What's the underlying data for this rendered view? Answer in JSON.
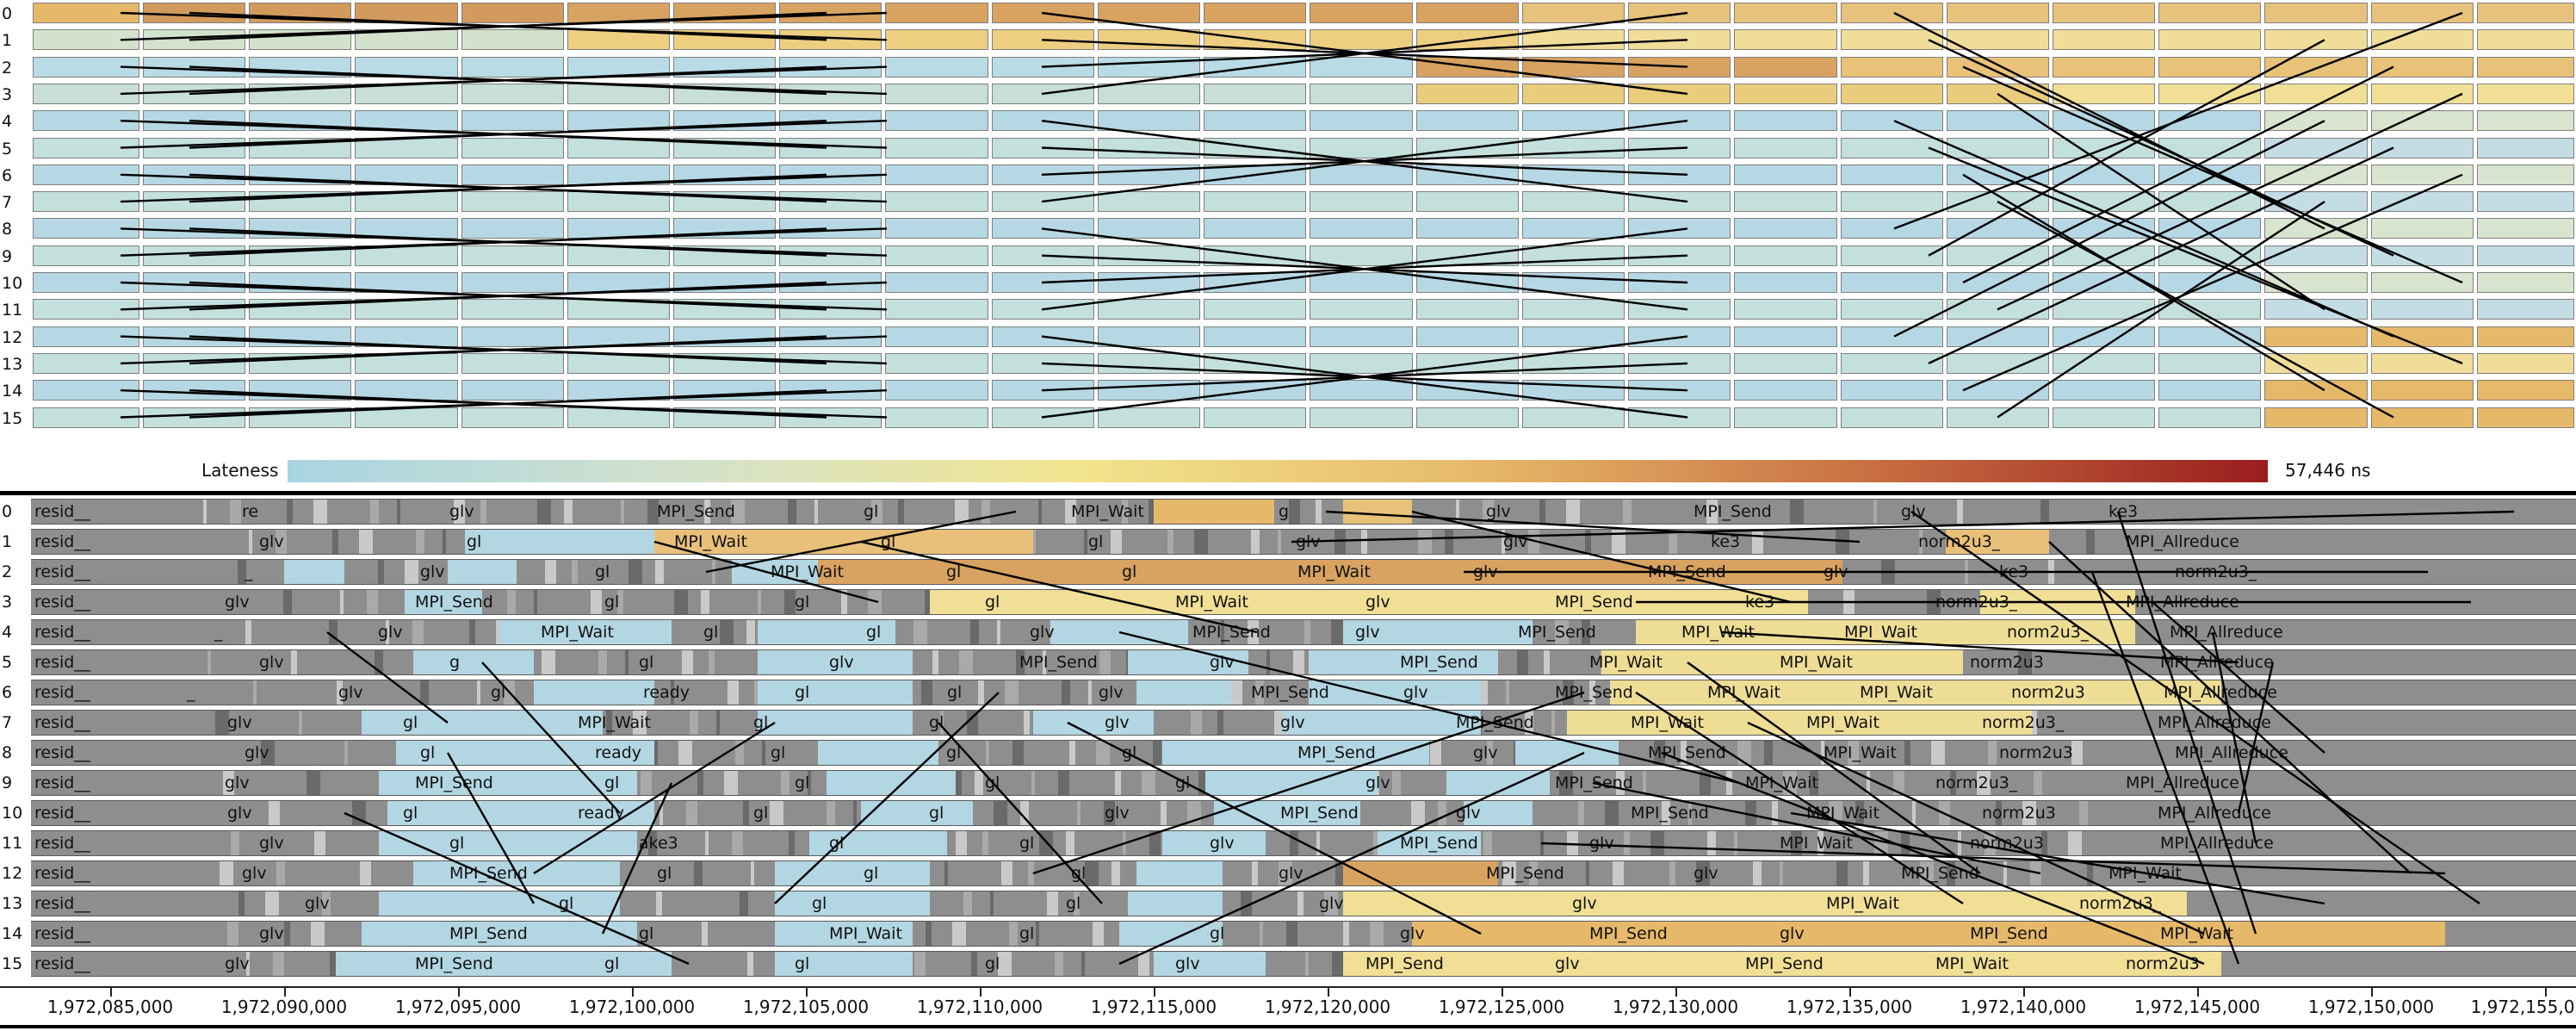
{
  "logical": {
    "ranks": [
      "0",
      "1",
      "2",
      "3",
      "4",
      "5",
      "6",
      "7",
      "8",
      "9",
      "10",
      "11",
      "12",
      "13",
      "14",
      "15"
    ]
  },
  "legend": {
    "label": "Lateness",
    "max_value": "57,446 ns",
    "colors": [
      "#a8d4e2",
      "#d3e2cd",
      "#f2e48e",
      "#e6b96a",
      "#c86f42",
      "#9a1d1e"
    ]
  },
  "physical": {
    "ranks": [
      "0",
      "1",
      "2",
      "3",
      "4",
      "5",
      "6",
      "7",
      "8",
      "9",
      "10",
      "11",
      "12",
      "13",
      "14",
      "15"
    ],
    "labels": [
      [
        "resid__",
        "re",
        "glv",
        "MPI_Send",
        "gl",
        "MPI_Wait",
        "g",
        "glv",
        "MPI_Send",
        "glv",
        "ke3"
      ],
      [
        "resid__",
        "glv",
        "gl",
        "MPI_Wait",
        "gl",
        "gl",
        "glv",
        "glv",
        "ke3",
        "norm2u3_",
        "MPI_Allreduce"
      ],
      [
        "resid__",
        "_",
        "glv",
        "gl",
        "MPI_Wait",
        "gl",
        "gl",
        "MPI_Wait",
        "glv",
        "MPI_Send",
        "glv",
        "ke3",
        "norm2u3_"
      ],
      [
        "resid__",
        "glv",
        "MPI_Send",
        "gl",
        "gl",
        "gl",
        "MPI_Wait",
        "glv",
        "MPI_Send",
        "ke3",
        "norm2u3_",
        "MPI_Allreduce"
      ],
      [
        "resid__",
        "_",
        "glv",
        "MPI_Wait",
        "gl",
        "gl",
        "glv",
        "MPI_Send",
        "glv",
        "MPI_Send",
        "MPI_Wait",
        "MPI_Wait",
        "norm2u3_",
        "MPI_Allreduce"
      ],
      [
        "resid__",
        "glv",
        "g",
        "gl",
        "glv",
        "MPI_Send",
        "glv",
        "MPI_Send",
        "MPI_Wait",
        "MPI_Wait",
        "norm2u3",
        "MPI_Allreduce"
      ],
      [
        "resid__",
        "_",
        "glv",
        "gl",
        "ready",
        "gl",
        "gl",
        "glv",
        "MPI_Send",
        "glv",
        "MPI_Send",
        "MPI_Wait",
        "MPI_Wait",
        "norm2u3",
        "MPI_Allreduce"
      ],
      [
        "resid__",
        "glv",
        "gl",
        "MPI_Wait",
        "gl",
        "gl",
        "glv",
        "glv",
        "MPI_Send",
        "MPI_Wait",
        "MPI_Wait",
        "norm2u3_",
        "MPI_Allreduce"
      ],
      [
        "resid__",
        "glv",
        "gl",
        "ready",
        "gl",
        "gl",
        "gl",
        "MPI_Send",
        "glv",
        "MPI_Send",
        "MPI_Wait",
        "norm2u3",
        "MPI_Allreduce"
      ],
      [
        "resid__",
        "glv",
        "MPI_Send",
        "gl",
        "gl",
        "gl",
        "gl",
        "glv",
        "MPI_Send",
        "MPI_Wait",
        "norm2u3_",
        "MPI_Allreduce"
      ],
      [
        "resid__",
        "glv",
        "gl",
        "ready",
        "gl",
        "gl",
        "glv",
        "MPI_Send",
        "glv",
        "MPI_Send",
        "MPI_Wait",
        "norm2u3",
        "MPI_Allreduce"
      ],
      [
        "resid__",
        "glv",
        "gl",
        "ake3",
        "gl",
        "gl",
        "glv",
        "MPI_Send",
        "glv",
        "MPI_Wait",
        "norm2u3",
        "MPI_Allreduce"
      ],
      [
        "resid__",
        "glv",
        "MPI_Send",
        "gl",
        "gl",
        "gl",
        "glv",
        "MPI_Send",
        "glv",
        "MPI_Send",
        "MPI_Wait"
      ],
      [
        "resid__",
        "glv",
        "gl",
        "gl",
        "gl",
        "glv",
        "glv",
        "MPI_Wait",
        "norm2u3_"
      ],
      [
        "resid__",
        "glv",
        "MPI_Send",
        "gl",
        "MPI_Wait",
        "gl",
        "gl",
        "glv",
        "MPI_Send",
        "glv",
        "MPI_Send",
        "MPI_Wait"
      ],
      [
        "resid__",
        "glv",
        "MPI_Send",
        "gl",
        "gl",
        "gl",
        "glv",
        "MPI_Send",
        "glv",
        "MPI_Send",
        "MPI_Wait",
        "norm2u3"
      ]
    ]
  },
  "axis": {
    "ticks": [
      "1,972,085,000",
      "1,972,090,000",
      "1,972,095,000",
      "1,972,100,000",
      "1,972,105,000",
      "1,972,110,000",
      "1,972,115,000",
      "1,972,120,000",
      "1,972,125,000",
      "1,972,130,000",
      "1,972,135,000",
      "1,972,140,000",
      "1,972,145,000",
      "1,972,150,000",
      "1,972,155,0"
    ]
  }
}
